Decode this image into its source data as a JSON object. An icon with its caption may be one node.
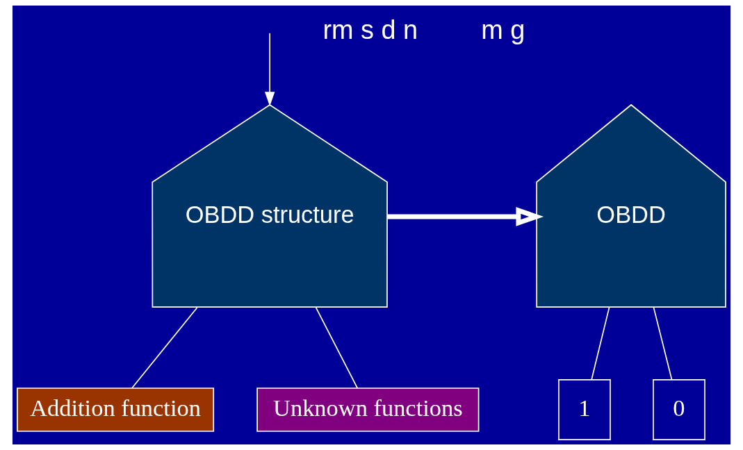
{
  "diagram": {
    "nodes": [
      {
        "text": [
          "OBDD structure"
        ]
      },
      {
        "text": [
          "Addition function"
        ]
      },
      {
        "text": [
          "Unknown functions"
        ]
      },
      {
        "text": [
          "OBDD"
        ]
      },
      {
        "text": [
          "1"
        ]
      },
      {
        "text": [
          "0"
        ]
      }
    ],
    "edges": [
      {
        "from": null,
        "to": 0,
        "arrow": "to"
      },
      {
        "from": 0,
        "to": 1,
        "arrow": "none"
      },
      {
        "from": 0,
        "to": 2,
        "arrow": "none"
      },
      {
        "from": 0,
        "to": 3,
        "arrow": "to",
        "style": "thick"
      },
      {
        "from": 3,
        "to": 4,
        "arrow": "none"
      },
      {
        "from": 3,
        "to": 5,
        "arrow": "none"
      }
    ],
    "labels": [
      "rm s d n",
      "m g"
    ]
  }
}
